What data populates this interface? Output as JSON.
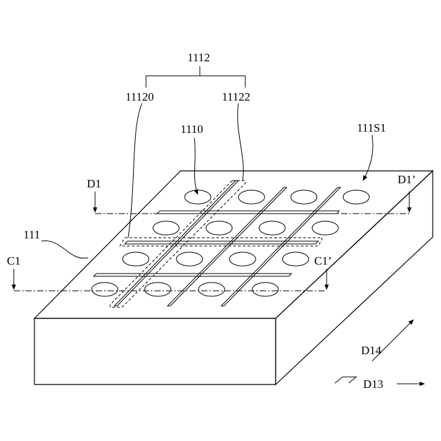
{
  "labels": {
    "group": "1112",
    "member_a": "11120",
    "member_b": "11122",
    "hole": "1110",
    "top_surface": "111S1",
    "substrate": "111",
    "section_d_start": "D1",
    "section_d_end": "D1’",
    "section_c_start": "C1",
    "section_c_end": "C1’",
    "direction_a": "D14",
    "direction_b": "D13"
  }
}
